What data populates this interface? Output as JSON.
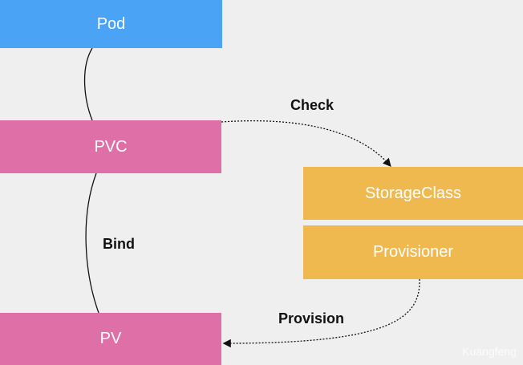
{
  "nodes": {
    "pod": "Pod",
    "pvc": "PVC",
    "pv": "PV",
    "storage_class": "StorageClass",
    "provisioner": "Provisioner"
  },
  "edges": {
    "check": "Check",
    "bind": "Bind",
    "provision": "Provision"
  },
  "watermark": "Kuangfeng",
  "colors": {
    "background": "#efefef",
    "pod": "#4aa3f5",
    "pvc_pv": "#df6fa7",
    "storage": "#efb94f"
  }
}
